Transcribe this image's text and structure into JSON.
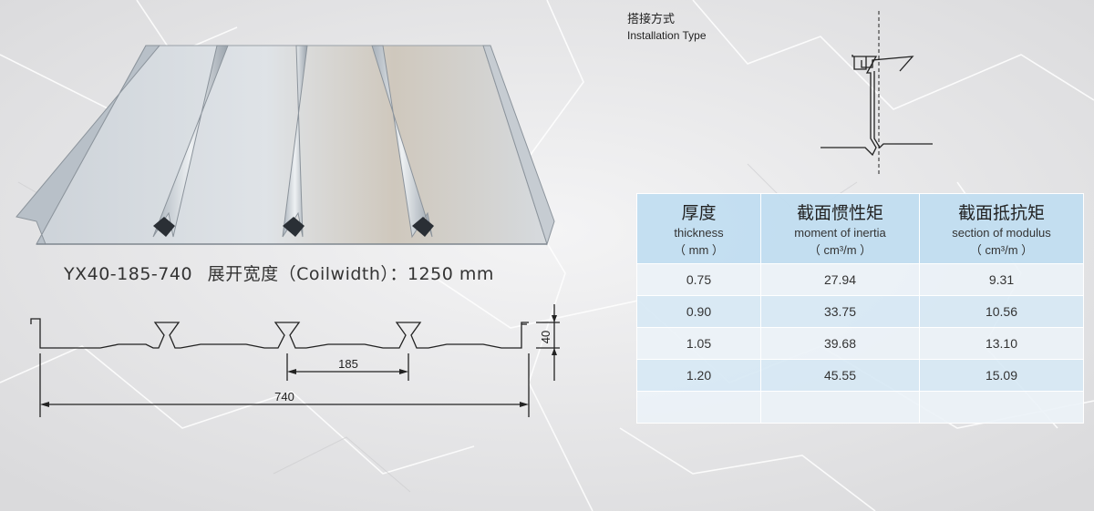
{
  "caption": {
    "model": "YX40-185-740",
    "coil_label_cn": "展开宽度",
    "coil_label_en": "（Coilwidth）：1250 mm"
  },
  "dimensions": {
    "pitch": "185",
    "cover_width": "740",
    "height": "40"
  },
  "installation": {
    "title_cn": "搭接方式",
    "title_en": "Installation Type"
  },
  "table": {
    "headers": [
      {
        "cn": "厚度",
        "en": "thickness",
        "unit": "（ mm ）"
      },
      {
        "cn": "截面惯性矩",
        "en": "moment of inertia",
        "unit": "（ cm³/m ）"
      },
      {
        "cn": "截面抵抗矩",
        "en": "section of modulus",
        "unit": "（ cm³/m ）"
      }
    ],
    "rows": [
      [
        "0.75",
        "27.94",
        "9.31"
      ],
      [
        "0.90",
        "33.75",
        "10.56"
      ],
      [
        "1.05",
        "39.68",
        "13.10"
      ],
      [
        "1.20",
        "45.55",
        "15.09"
      ],
      [
        "",
        "",
        ""
      ]
    ]
  },
  "colors": {
    "header_bg": "#c1ddf0",
    "row_light": "#ecf2f7",
    "row_dark": "#d7e8f4",
    "background": "#ececed"
  }
}
